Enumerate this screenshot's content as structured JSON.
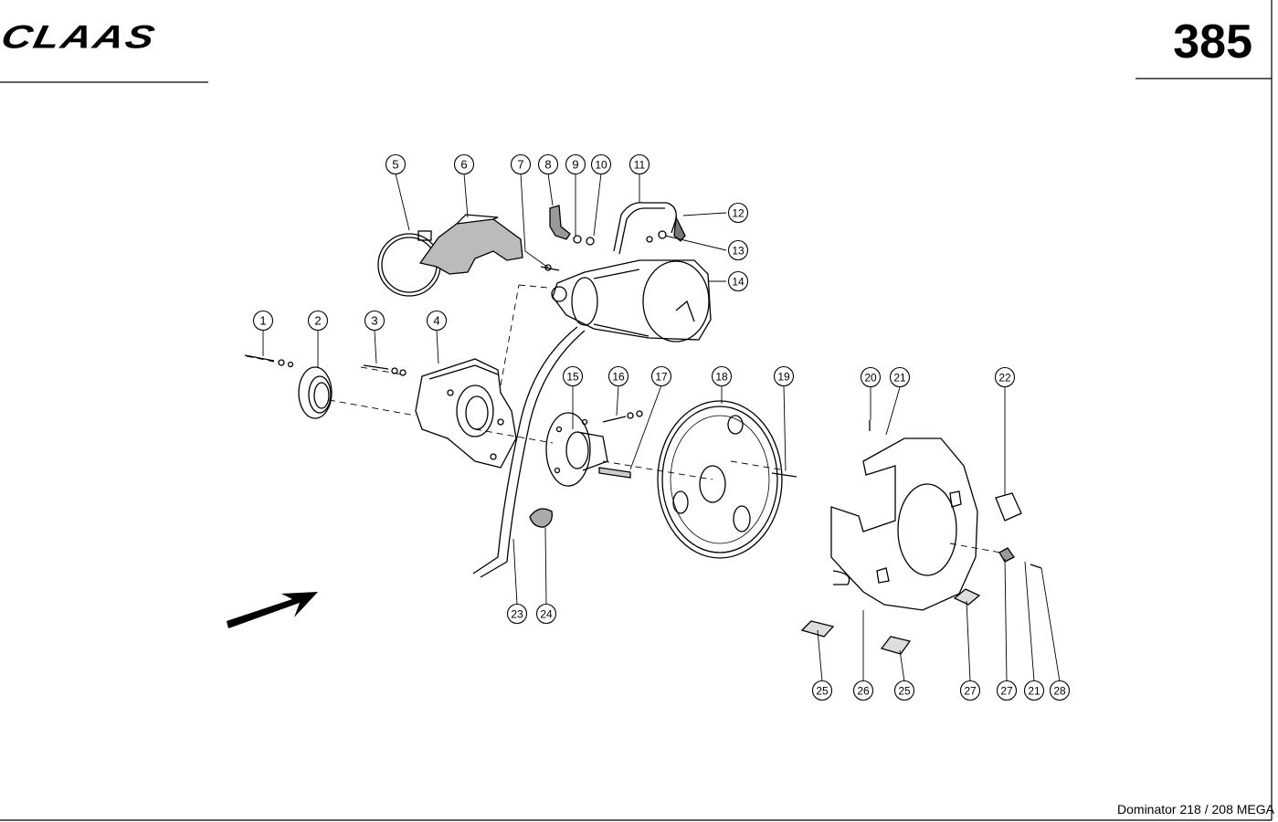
{
  "header": {
    "brand": "CLAAS",
    "page_number": "385"
  },
  "footer": {
    "model": "Dominator 218 / 208 MEGA"
  },
  "callouts": [
    "1",
    "2",
    "3",
    "4",
    "5",
    "6",
    "7",
    "8",
    "9",
    "10",
    "11",
    "12",
    "13",
    "14",
    "15",
    "16",
    "17",
    "18",
    "19",
    "20",
    "21",
    "22",
    "23",
    "24",
    "25",
    "26",
    "25",
    "27",
    "27",
    "21",
    "28"
  ]
}
